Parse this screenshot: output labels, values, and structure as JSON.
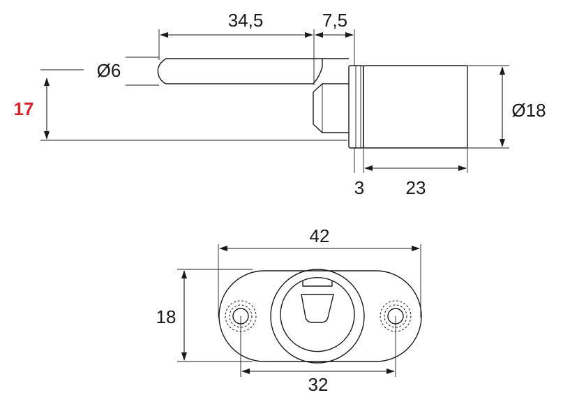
{
  "side_view": {
    "dims": {
      "pin_length": "34,5",
      "collar_length": "7,5",
      "pin_diameter": "Ø6",
      "offset": "17",
      "body_diameter": "Ø18",
      "flange_thickness": "3",
      "body_length": "23"
    }
  },
  "front_view": {
    "dims": {
      "overall_width": "42",
      "height": "18",
      "hole_spacing": "32"
    }
  },
  "colors": {
    "line": "#1a1a1a",
    "highlight": "#d4232a"
  }
}
